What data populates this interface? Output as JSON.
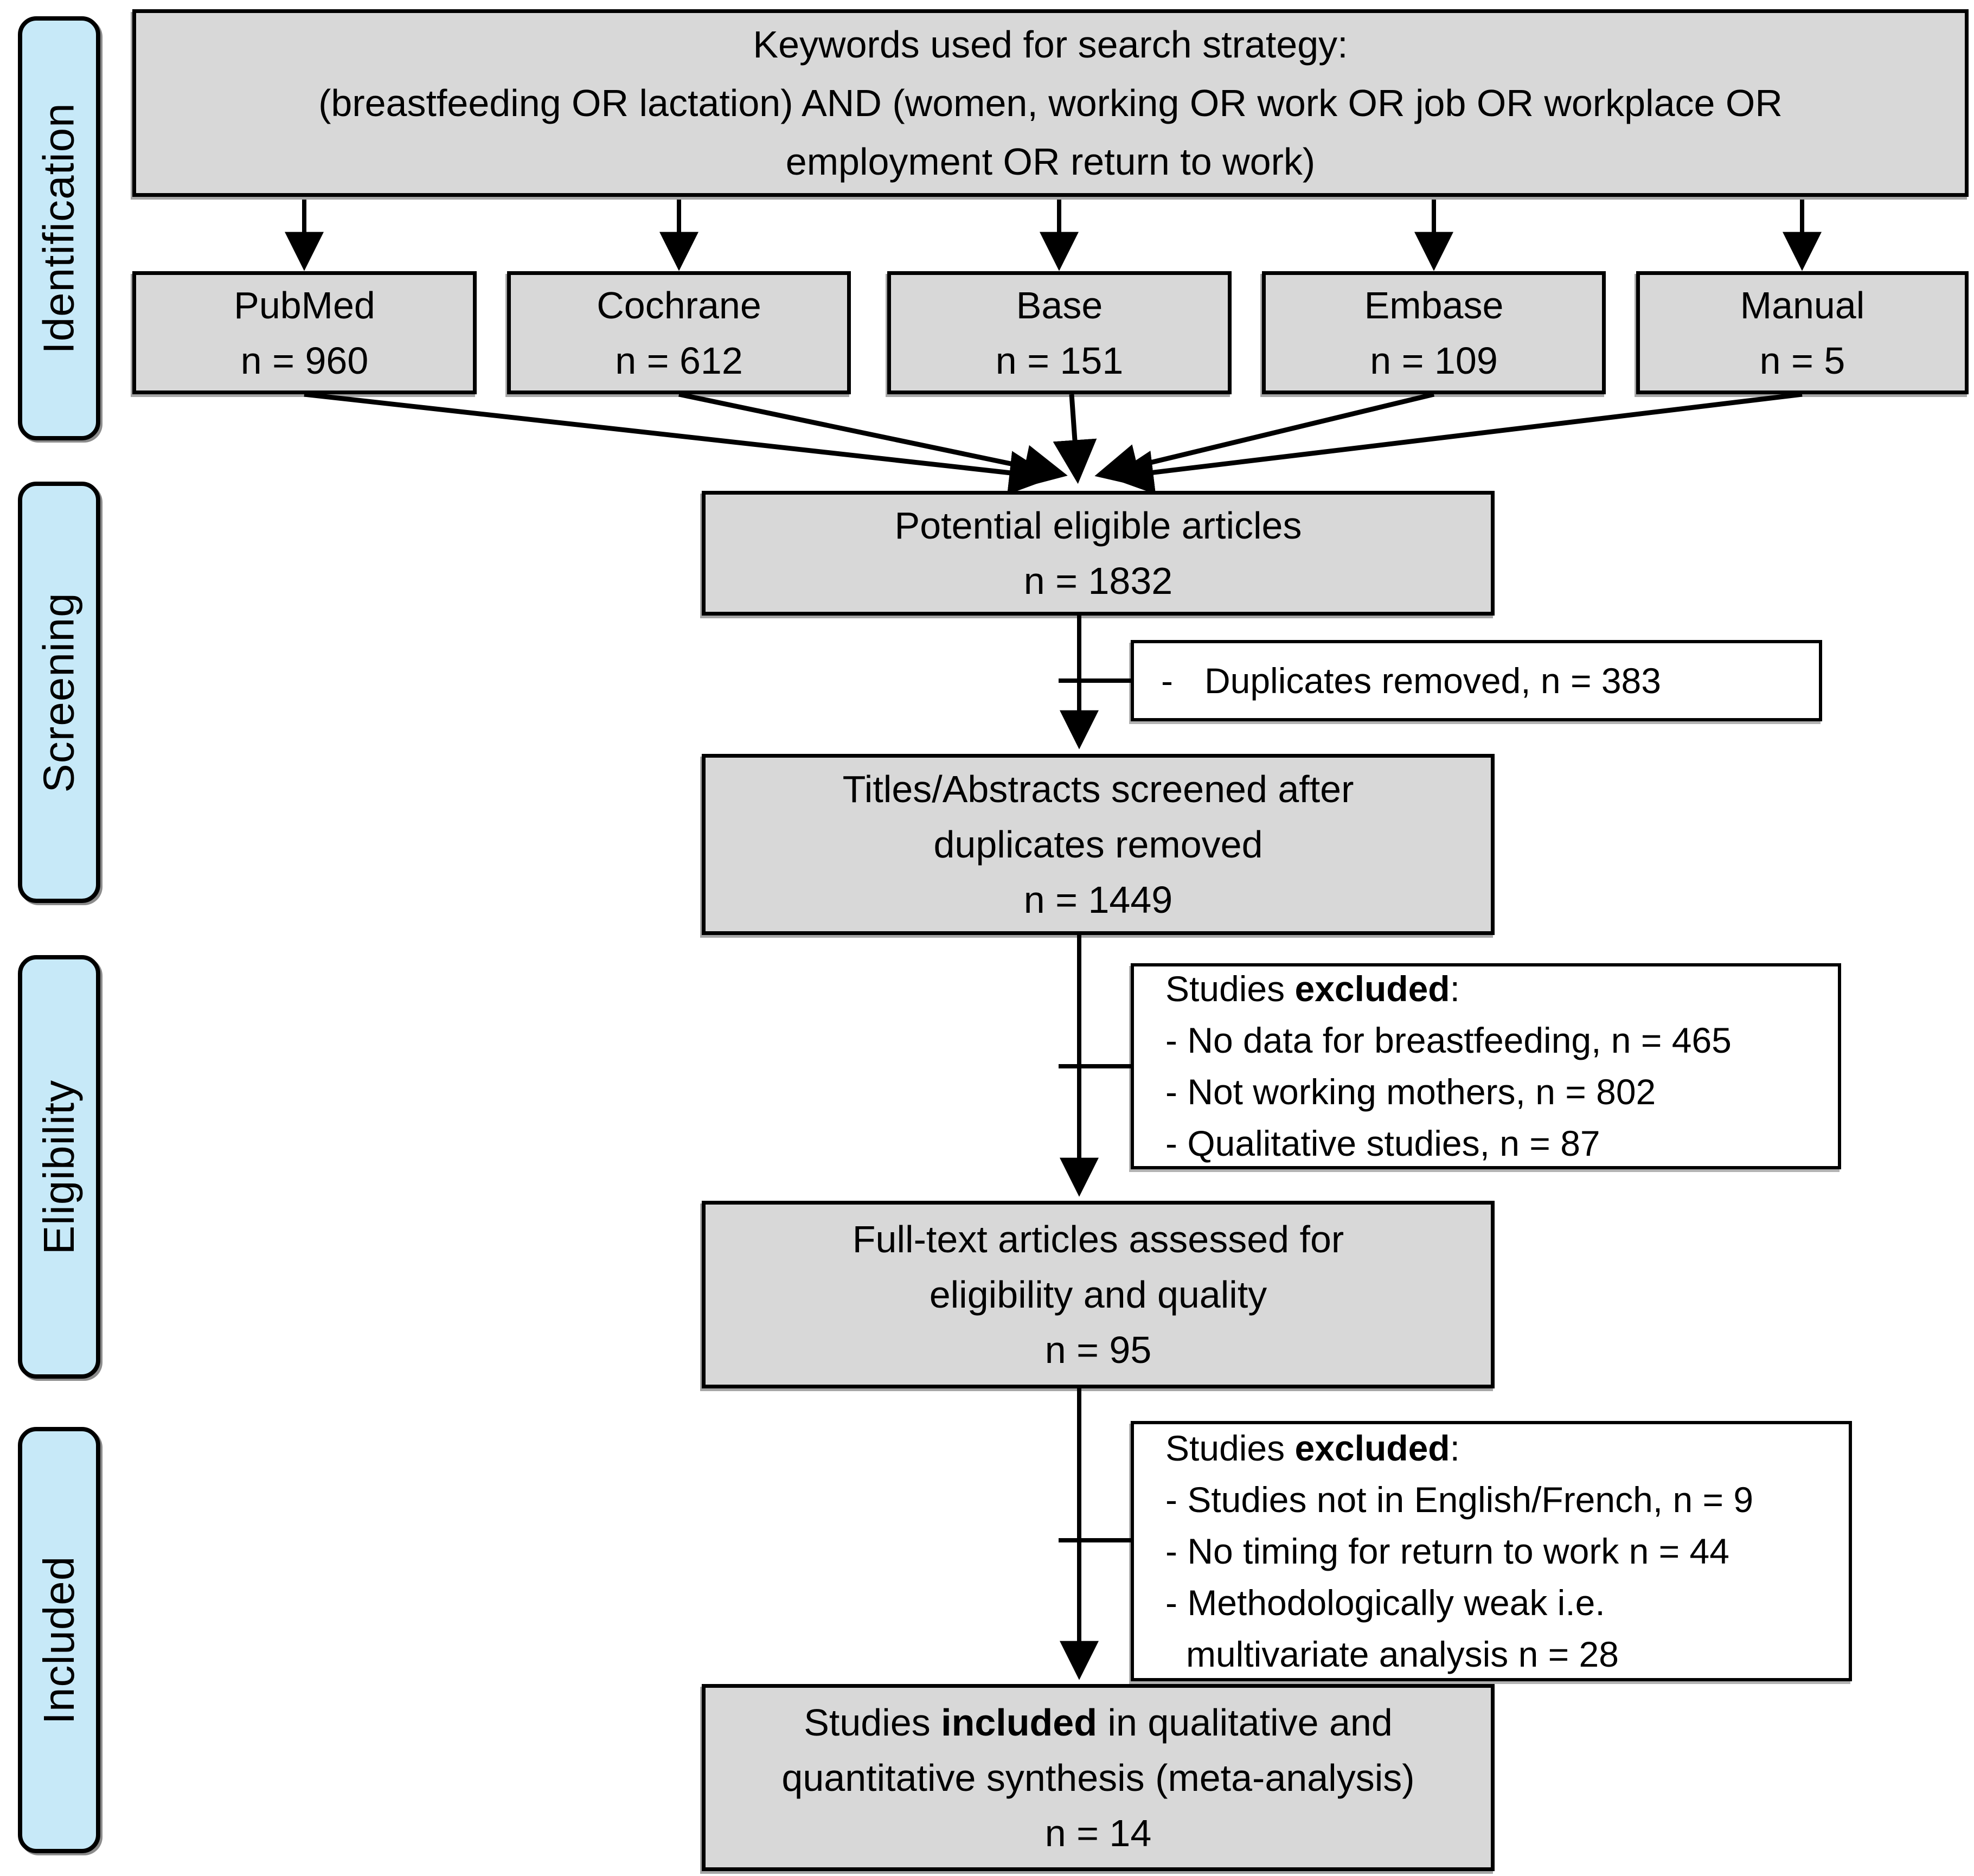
{
  "colors": {
    "background": "#ffffff",
    "box_fill": "#d8d8d8",
    "note_fill": "#ffffff",
    "stage_fill": "#c7e9f8",
    "line_color": "#000000"
  },
  "stages": [
    {
      "label": "Identification"
    },
    {
      "label": "Screening"
    },
    {
      "label": "Eligibility"
    },
    {
      "label": "Included"
    }
  ],
  "keywords": {
    "lines": [
      "Keywords used for search strategy:",
      "(breastfeeding OR lactation) AND (women, working OR work OR job OR workplace OR",
      "employment OR return to work)"
    ]
  },
  "databases": [
    {
      "name": "PubMed",
      "count": "n = 960"
    },
    {
      "name": "Cochrane",
      "count": "n = 612"
    },
    {
      "name": "Base",
      "count": "n = 151"
    },
    {
      "name": "Embase",
      "count": "n = 109"
    },
    {
      "name": "Manual",
      "count": "n = 5"
    }
  ],
  "flow": {
    "potential": {
      "lines": [
        "Potential eligible articles",
        "n = 1832"
      ]
    },
    "titles": {
      "lines": [
        "Titles/Abstracts screened after",
        "duplicates removed",
        "n = 1449"
      ]
    },
    "fulltext": {
      "lines": [
        "Full-text articles assessed for",
        "eligibility and quality",
        "n = 95"
      ]
    },
    "included": {
      "pre": "Studies ",
      "bold": "included",
      "post": " in qualitative and",
      "line2": "quantitative synthesis (meta-analysis)",
      "line3": "n = 14"
    }
  },
  "side_notes": {
    "duplicates": {
      "bullet": "-",
      "text": "Duplicates removed, n = 383"
    },
    "excluded_screening": {
      "title_pre": "Studies ",
      "title_bold": "excluded",
      "title_post": ":",
      "items": [
        "- No data for breastfeeding, n = 465",
        "- Not working mothers, n = 802",
        "- Qualitative studies, n = 87"
      ]
    },
    "excluded_eligibility": {
      "title_pre": "Studies ",
      "title_bold": "excluded",
      "title_post": ":",
      "items": [
        "- Studies not in English/French, n = 9",
        "- No timing for return to work n = 44",
        "- Methodologically weak i.e.",
        "multivariate analysis n = 28"
      ]
    }
  }
}
